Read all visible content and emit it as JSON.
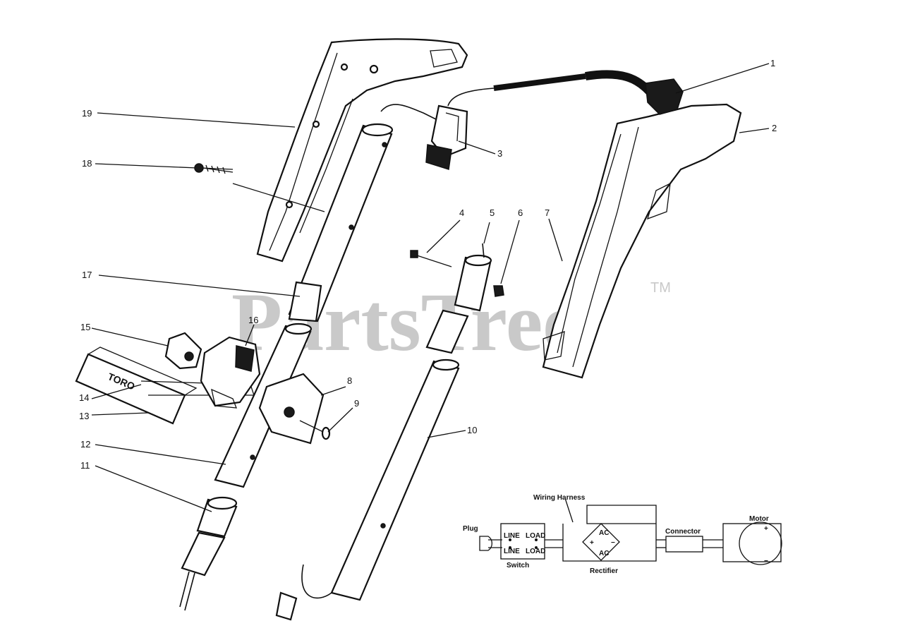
{
  "callouts": {
    "c1": "1",
    "c2": "2",
    "c3": "3",
    "c4": "4",
    "c5": "5",
    "c6": "6",
    "c7": "7",
    "c8": "8",
    "c9": "9",
    "c10": "10",
    "c11": "11",
    "c12": "12",
    "c13": "13",
    "c14": "14",
    "c15": "15",
    "c16": "16",
    "c17": "17",
    "c18": "18",
    "c19": "19"
  },
  "watermark": {
    "text": "PartsTree",
    "tm": "TM"
  },
  "brand_plate": "TORO",
  "wiring": {
    "plug": "Plug",
    "line_top": "LINE",
    "line_bottom": "LINE",
    "load_top": "LOAD",
    "load_bottom": "LOAD",
    "switch": "Switch",
    "harness": "Wiring Harness",
    "ac_top": "AC",
    "ac_bottom": "AC",
    "plus": "+",
    "minus": "−",
    "rectifier": "Rectifier",
    "connector": "Connector",
    "motor": "Motor",
    "motor_plus": "+",
    "motor_minus": "−"
  }
}
